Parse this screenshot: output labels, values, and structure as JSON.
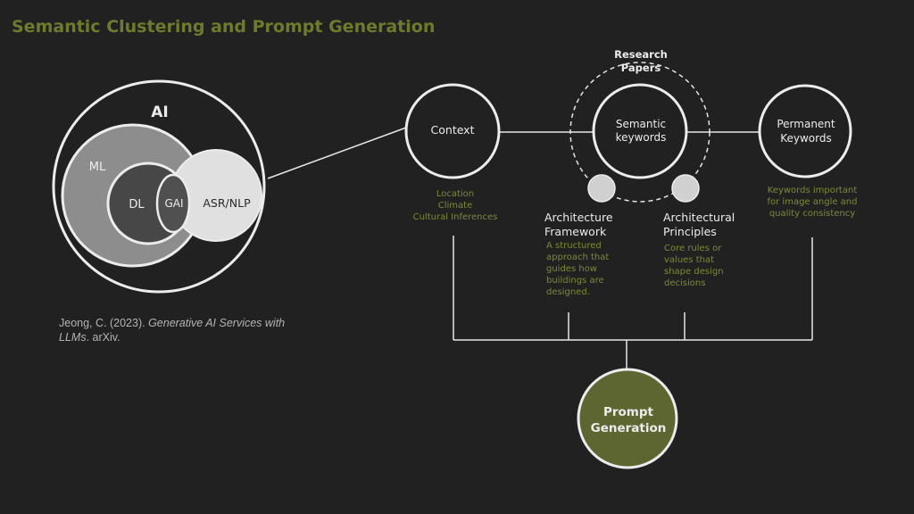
{
  "title": "Semantic Clustering and Prompt Generation",
  "venn": {
    "ai": "AI",
    "ml": "ML",
    "dl": "DL",
    "gai": "GAI",
    "asr_nlp": "ASR/NLP"
  },
  "citation": {
    "authors": "Jeong, C. (2023). ",
    "work": "Generative AI Services with LLMs",
    "source": ". arXiv."
  },
  "nodes": {
    "context": "Context",
    "research_papers_line1": "Research",
    "research_papers_line2": "Papers",
    "semantic_line1": "Semantic",
    "semantic_line2": "keywords",
    "permanent_line1": "Permanent",
    "permanent_line2": "Keywords",
    "prompt_line1": "Prompt",
    "prompt_line2": "Generation"
  },
  "context_desc": [
    "Location",
    "Climate",
    "Cultural Inferences"
  ],
  "framework": {
    "title_line1": "Architecture",
    "title_line2": "Framework",
    "desc": [
      "A structured",
      "approach that",
      "guides how",
      "buildings are",
      "designed."
    ]
  },
  "principles": {
    "title_line1": "Architectural",
    "title_line2": "Principles",
    "desc": [
      "Core rules or",
      "values that",
      "shape design",
      "decisions"
    ]
  },
  "permanent_desc": [
    "Keywords important",
    "for image angle and",
    "quality consistency"
  ],
  "colors": {
    "background": "#212121",
    "accent_green": "#6e7a2c",
    "prompt_fill": "#5d6630",
    "line": "#e6e6e6"
  }
}
